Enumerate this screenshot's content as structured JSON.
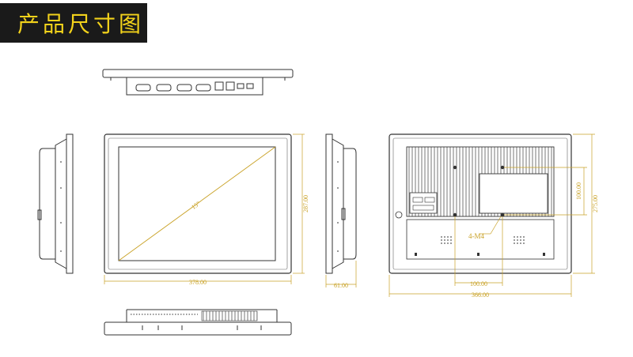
{
  "title": "产品尺寸图",
  "dimensions": {
    "diagonal": "15\"",
    "front_height": "287.00",
    "front_width": "378.00",
    "side_depth": "61.00",
    "rear_hole_vertical": "100.00",
    "rear_height": "275.00",
    "rear_hole_horizontal": "100.00",
    "rear_width": "366.00",
    "screw_label": "4-M4"
  },
  "colors": {
    "title_bg": "#1a1a1a",
    "title_text": "#f2d21b",
    "dimension": "#c9a227",
    "outline": "#333333"
  }
}
